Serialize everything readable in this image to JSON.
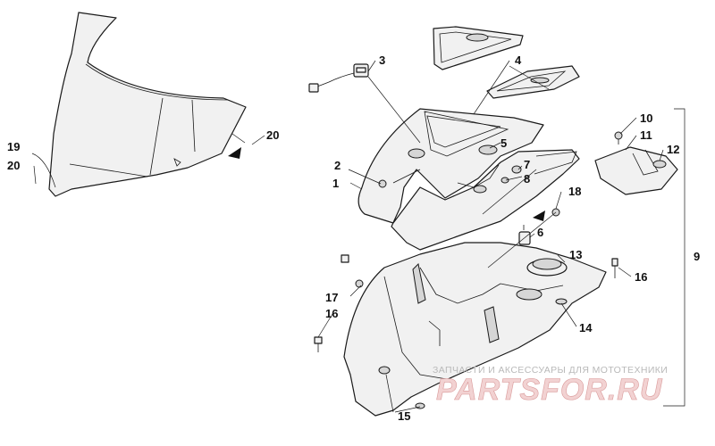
{
  "callouts": [
    {
      "id": "1",
      "label": "1"
    },
    {
      "id": "2",
      "label": "2"
    },
    {
      "id": "3",
      "label": "3"
    },
    {
      "id": "4",
      "label": "4"
    },
    {
      "id": "5",
      "label": "5"
    },
    {
      "id": "6",
      "label": "6"
    },
    {
      "id": "7",
      "label": "7"
    },
    {
      "id": "8",
      "label": "8"
    },
    {
      "id": "9",
      "label": "9"
    },
    {
      "id": "10",
      "label": "10"
    },
    {
      "id": "11",
      "label": "11"
    },
    {
      "id": "12",
      "label": "12"
    },
    {
      "id": "13",
      "label": "13"
    },
    {
      "id": "14",
      "label": "14"
    },
    {
      "id": "15",
      "label": "15"
    },
    {
      "id": "16a",
      "label": "16"
    },
    {
      "id": "16b",
      "label": "16"
    },
    {
      "id": "17",
      "label": "17"
    },
    {
      "id": "18",
      "label": "18"
    },
    {
      "id": "19",
      "label": "19"
    },
    {
      "id": "20a",
      "label": "20"
    },
    {
      "id": "20b",
      "label": "20"
    }
  ],
  "watermark": {
    "tagline": "ЗАПЧАСТИ И АКСЕССУАРЫ ДЛЯ МОТОТЕХНИКИ",
    "brand": "PARTSFOR.RU"
  },
  "colors": {
    "line": "#1a1a1a",
    "part_fill": "#f1f1f1",
    "watermark_fill": "#f2d2d2",
    "watermark_text": "#b9b9b9"
  }
}
